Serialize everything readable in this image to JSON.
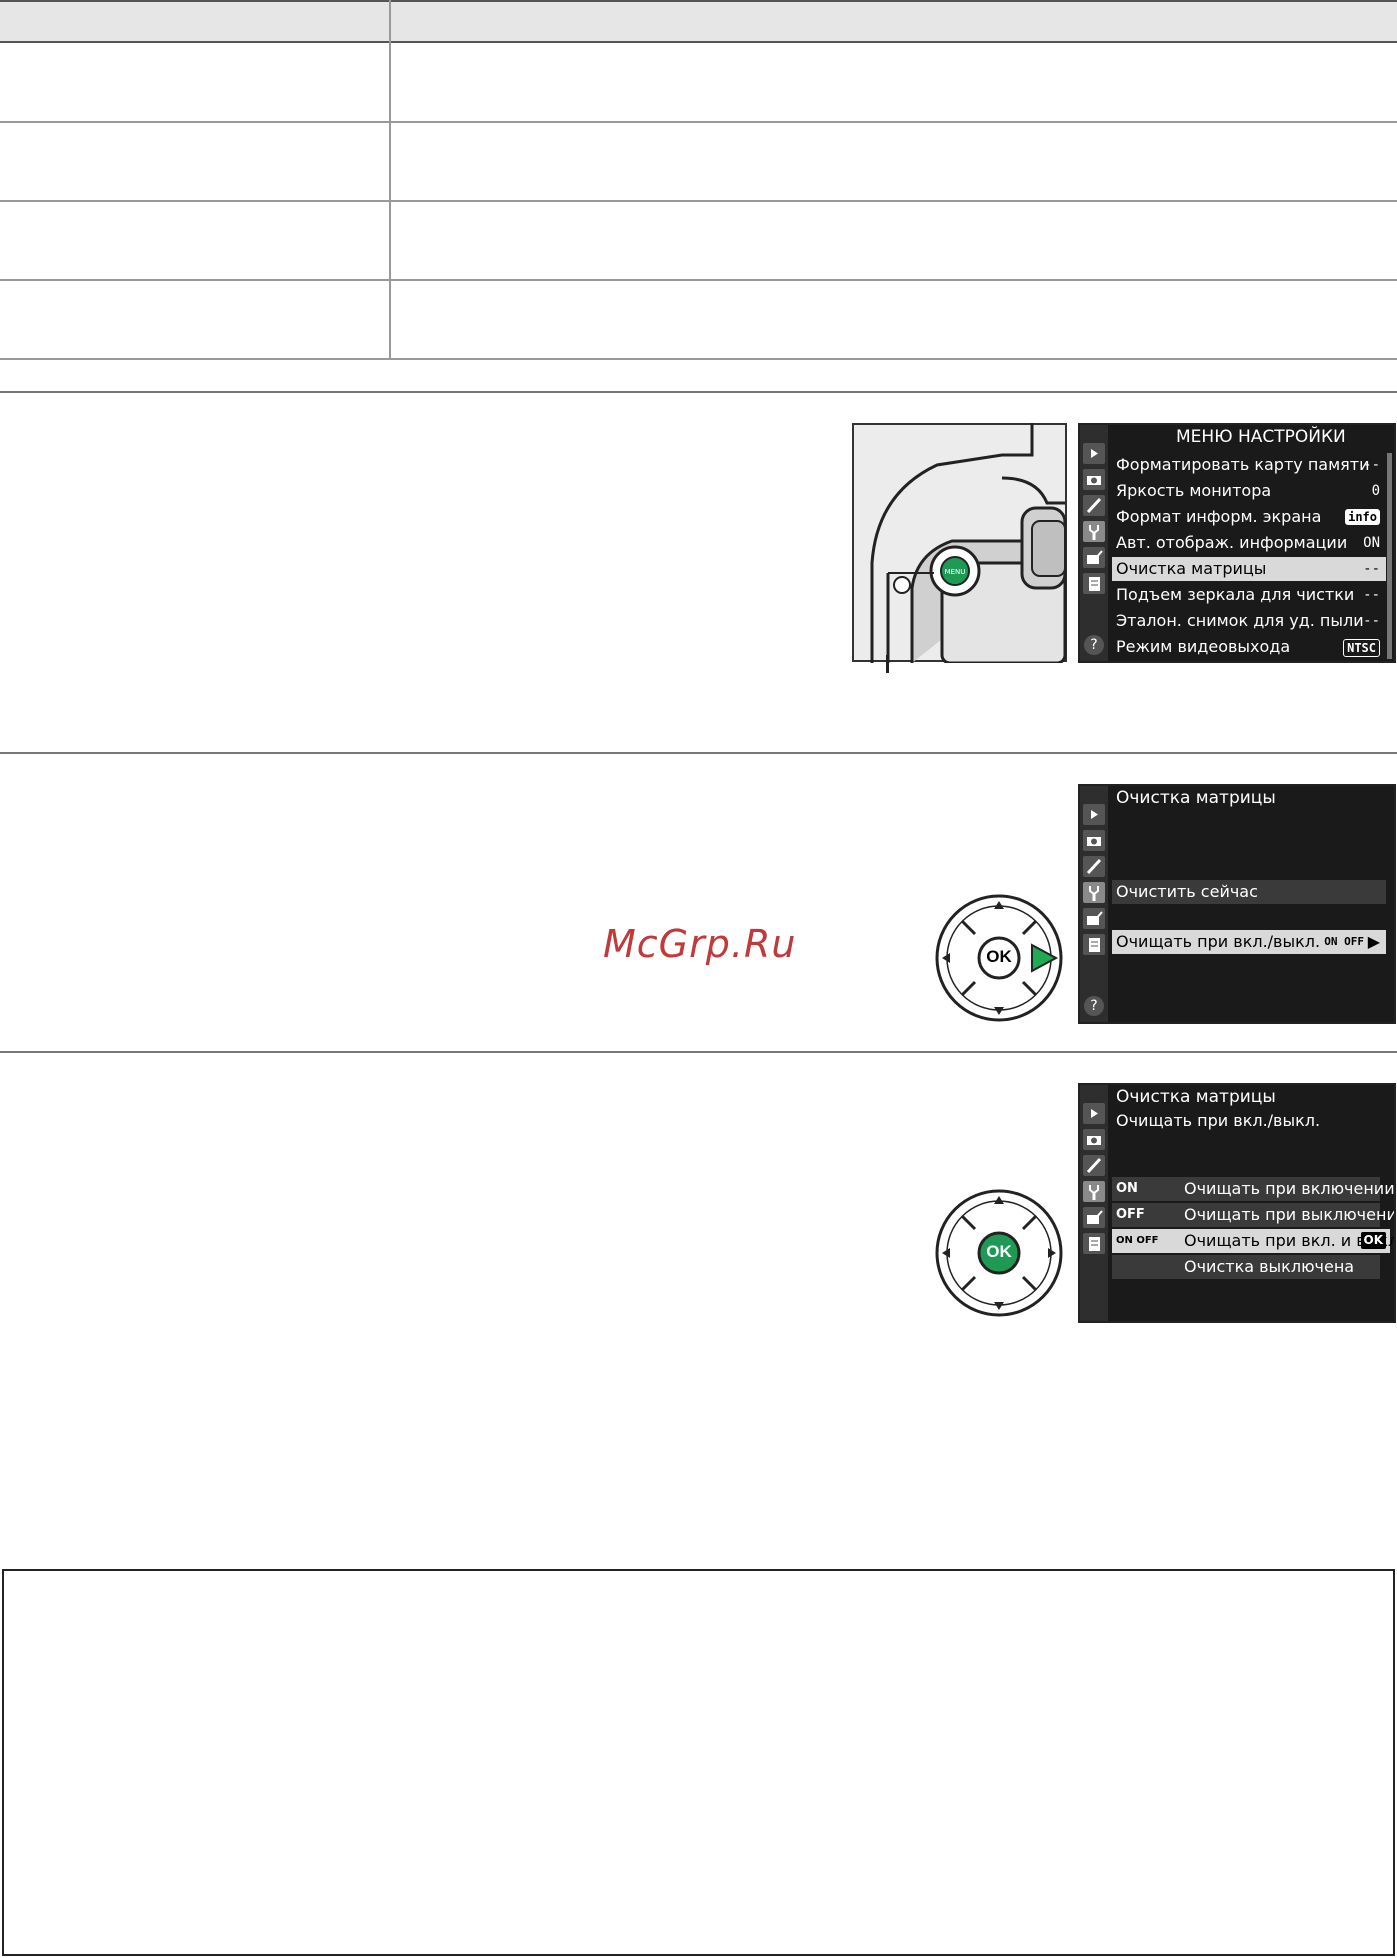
{
  "watermark": "McGrp.Ru",
  "setup_menu": {
    "title": "МЕНЮ НАСТРОЙКИ",
    "menu_button_label": "MENU",
    "items": [
      {
        "label": "Форматировать карту памяти",
        "value": "--"
      },
      {
        "label": "Яркость монитора",
        "value": "0"
      },
      {
        "label": "Формат информ. экрана",
        "value": "info"
      },
      {
        "label": "Авт. отображ. информации",
        "value": "ON"
      },
      {
        "label": "Очистка матрицы",
        "value": "--"
      },
      {
        "label": "Подъем зеркала для чистки",
        "value": "--"
      },
      {
        "label": "Эталон. снимок для уд. пыли",
        "value": "--"
      },
      {
        "label": "Режим видеовыхода",
        "value": "NTSC"
      }
    ]
  },
  "clean_menu": {
    "title": "Очистка матрицы",
    "items": [
      {
        "label": "Очистить сейчас"
      },
      {
        "label": "Очищать при вкл./выкл.",
        "value": "ON OFF"
      }
    ]
  },
  "options_menu": {
    "title": "Очистка матрицы",
    "subtitle": "Очищать при вкл./выкл.",
    "options": [
      {
        "icon": "ON",
        "label": "Очищать при включении"
      },
      {
        "icon": "OFF",
        "label": "Очищать при выключении"
      },
      {
        "icon": "ON OFF",
        "label": "Очищать при вкл. и выкл.",
        "ok": "OK"
      },
      {
        "icon": "",
        "label": "Очистка выключена"
      }
    ]
  },
  "multi_selector": {
    "ok_label": "OK"
  },
  "help_label": "?",
  "colors": {
    "menu_bg": "#1a1a1a",
    "ok_green": "#1f9a55",
    "arrow_green": "#1faa55",
    "watermark": "#c0393b"
  }
}
